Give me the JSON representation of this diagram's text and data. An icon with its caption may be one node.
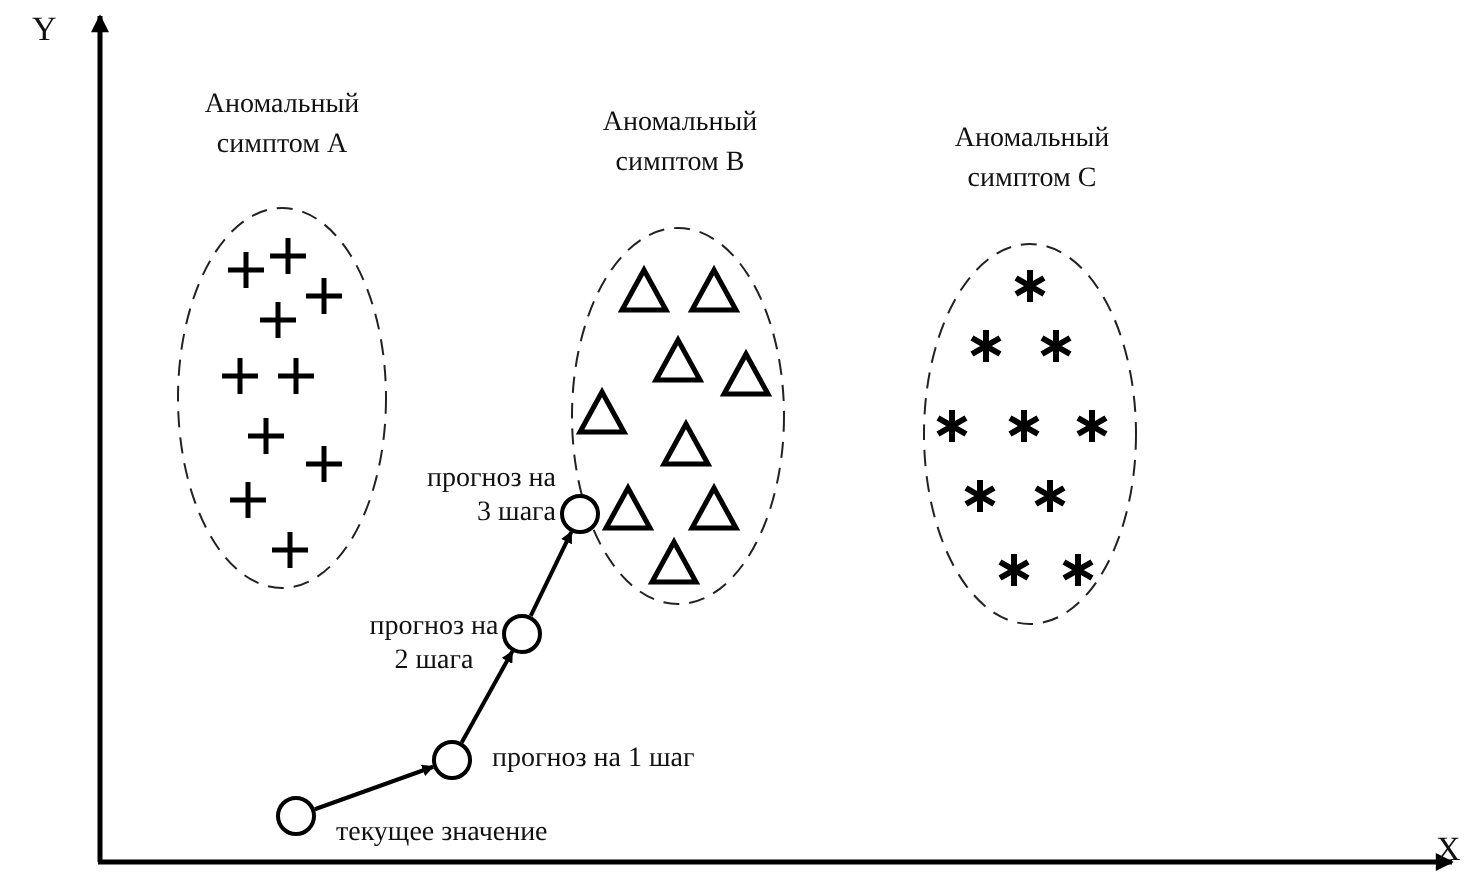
{
  "diagram": {
    "nodes": [
      {
        "text": [
          "Аномальный симптом А"
        ]
      },
      {
        "text": [
          "Аномальный симптом В"
        ]
      },
      {
        "text": [
          "Аномальный симптом С"
        ]
      },
      {
        "text": [],
        "shape": "circle",
        "beside": [
          "текущее значение"
        ]
      },
      {
        "text": [],
        "shape": "circle",
        "beside": [
          "прогноз на 1 шаг"
        ]
      },
      {
        "text": [],
        "shape": "circle",
        "beside": [
          "прогноз на 2 шага"
        ]
      },
      {
        "text": [],
        "shape": "circle",
        "beside": [
          "прогноз на 3 шага"
        ]
      }
    ],
    "edges": [
      {
        "from": 3,
        "to": 4,
        "arrow": "to"
      },
      {
        "from": 4,
        "to": 5,
        "arrow": "to"
      },
      {
        "from": 5,
        "to": 6,
        "arrow": "to"
      }
    ],
    "labels": [
      "Y",
      "X"
    ]
  }
}
